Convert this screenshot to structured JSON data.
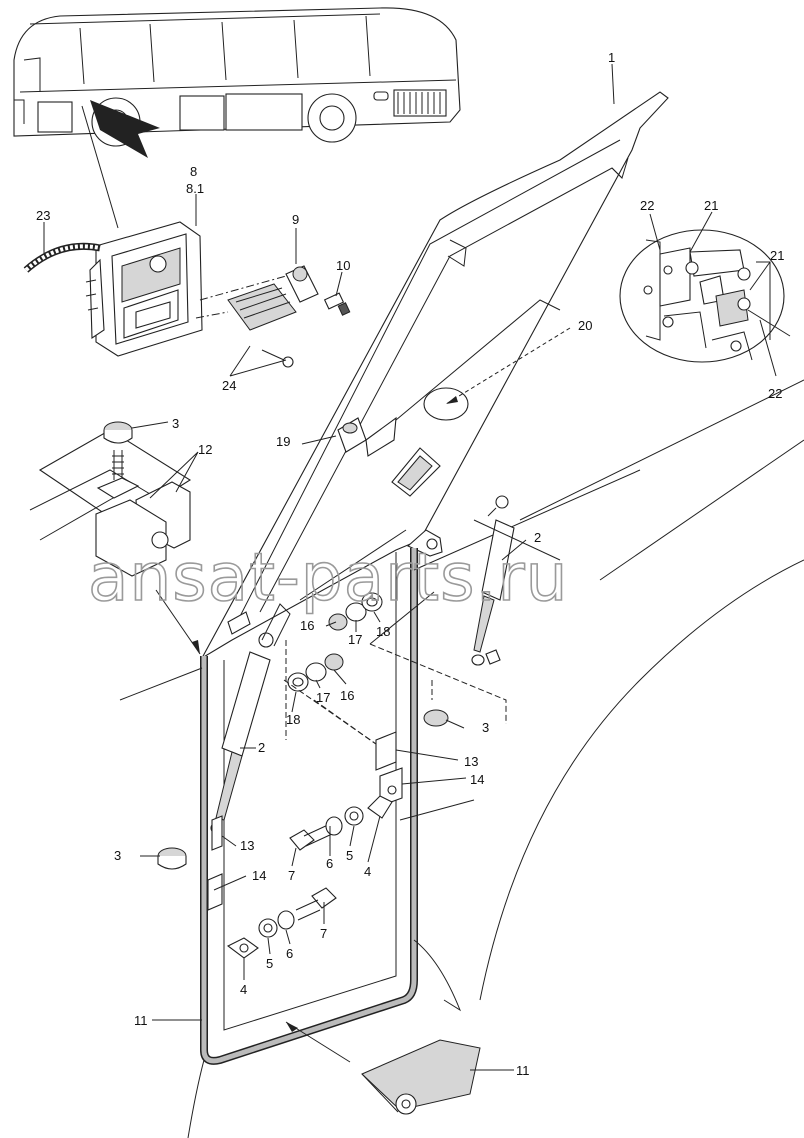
{
  "watermark": "ansat-parts.ru",
  "labels": {
    "l1": "1",
    "l2a": "2",
    "l2b": "2",
    "l3a": "3",
    "l3b": "3",
    "l3c": "3",
    "l4a": "4",
    "l4b": "4",
    "l5a": "5",
    "l5b": "5",
    "l6a": "6",
    "l6b": "6",
    "l7a": "7",
    "l7b": "7",
    "l8": "8",
    "l81": "8.1",
    "l9": "9",
    "l10": "10",
    "l11a": "11",
    "l11b": "11",
    "l12": "12",
    "l13a": "13",
    "l13b": "13",
    "l14a": "14",
    "l14b": "14",
    "l16a": "16",
    "l16b": "16",
    "l17a": "17",
    "l17b": "17",
    "l18a": "18",
    "l18b": "18",
    "l19": "19",
    "l20": "20",
    "l21a": "21",
    "l21b": "21",
    "l22a": "22",
    "l22b": "22",
    "l23": "23",
    "l24": "24"
  },
  "icons": {
    "bus": "bus-icon",
    "lock": "lock-assembly-icon",
    "hinge_detail": "hinge-detail-icon"
  }
}
